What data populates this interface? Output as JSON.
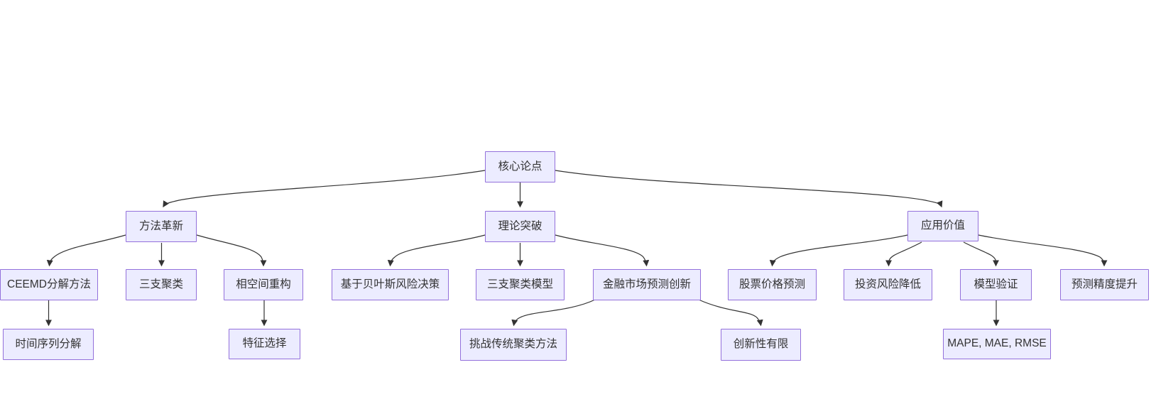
{
  "diagram": {
    "type": "flowchart-top-down",
    "background_color": "#ffffff",
    "node_fill_color": "#ECECFF",
    "node_border_color": "#9370DB",
    "edge_color": "#333333",
    "text_color": "#333333",
    "nodes": {
      "core_thesis": {
        "label": "核心论点",
        "level": 1
      },
      "method_innovation": {
        "label": "方法革新",
        "level": 2
      },
      "theoretical_breakthrough": {
        "label": "理论突破",
        "level": 2
      },
      "application_value": {
        "label": "应用价值",
        "level": 2
      },
      "ceemd_decomposition": {
        "label": "CEEMD分解方法",
        "level": 3
      },
      "three_way_clustering": {
        "label": "三支聚类",
        "level": 3
      },
      "phase_space_reconstruction": {
        "label": "相空间重构",
        "level": 3
      },
      "bayesian_risk_decision": {
        "label": "基于贝叶斯风险决策",
        "level": 3
      },
      "three_way_clustering_model": {
        "label": "三支聚类模型",
        "level": 3
      },
      "financial_market_forecast_innovation": {
        "label": "金融市场预测创新",
        "level": 3
      },
      "stock_price_prediction": {
        "label": "股票价格预测",
        "level": 3
      },
      "investment_risk_reduction": {
        "label": "投资风险降低",
        "level": 3
      },
      "model_validation": {
        "label": "模型验证",
        "level": 3
      },
      "prediction_accuracy_improvement": {
        "label": "预测精度提升",
        "level": 3
      },
      "time_series_decomposition": {
        "label": "时间序列分解",
        "level": 4
      },
      "feature_selection": {
        "label": "特征选择",
        "level": 4
      },
      "challenge_traditional_clustering": {
        "label": "挑战传统聚类方法",
        "level": 4
      },
      "limited_novelty": {
        "label": "创新性有限",
        "level": 4
      },
      "error_metrics": {
        "label": "MAPE, MAE, RMSE",
        "level": 4
      }
    },
    "edges": [
      {
        "from": "core_thesis",
        "to": "method_innovation"
      },
      {
        "from": "core_thesis",
        "to": "theoretical_breakthrough"
      },
      {
        "from": "core_thesis",
        "to": "application_value"
      },
      {
        "from": "method_innovation",
        "to": "ceemd_decomposition"
      },
      {
        "from": "method_innovation",
        "to": "three_way_clustering"
      },
      {
        "from": "method_innovation",
        "to": "phase_space_reconstruction"
      },
      {
        "from": "theoretical_breakthrough",
        "to": "bayesian_risk_decision"
      },
      {
        "from": "theoretical_breakthrough",
        "to": "three_way_clustering_model"
      },
      {
        "from": "theoretical_breakthrough",
        "to": "financial_market_forecast_innovation"
      },
      {
        "from": "financial_market_forecast_innovation",
        "to": "challenge_traditional_clustering"
      },
      {
        "from": "financial_market_forecast_innovation",
        "to": "limited_novelty"
      },
      {
        "from": "application_value",
        "to": "stock_price_prediction"
      },
      {
        "from": "application_value",
        "to": "investment_risk_reduction"
      },
      {
        "from": "application_value",
        "to": "model_validation"
      },
      {
        "from": "application_value",
        "to": "prediction_accuracy_improvement"
      },
      {
        "from": "ceemd_decomposition",
        "to": "time_series_decomposition"
      },
      {
        "from": "phase_space_reconstruction",
        "to": "feature_selection"
      },
      {
        "from": "model_validation",
        "to": "error_metrics"
      }
    ]
  }
}
